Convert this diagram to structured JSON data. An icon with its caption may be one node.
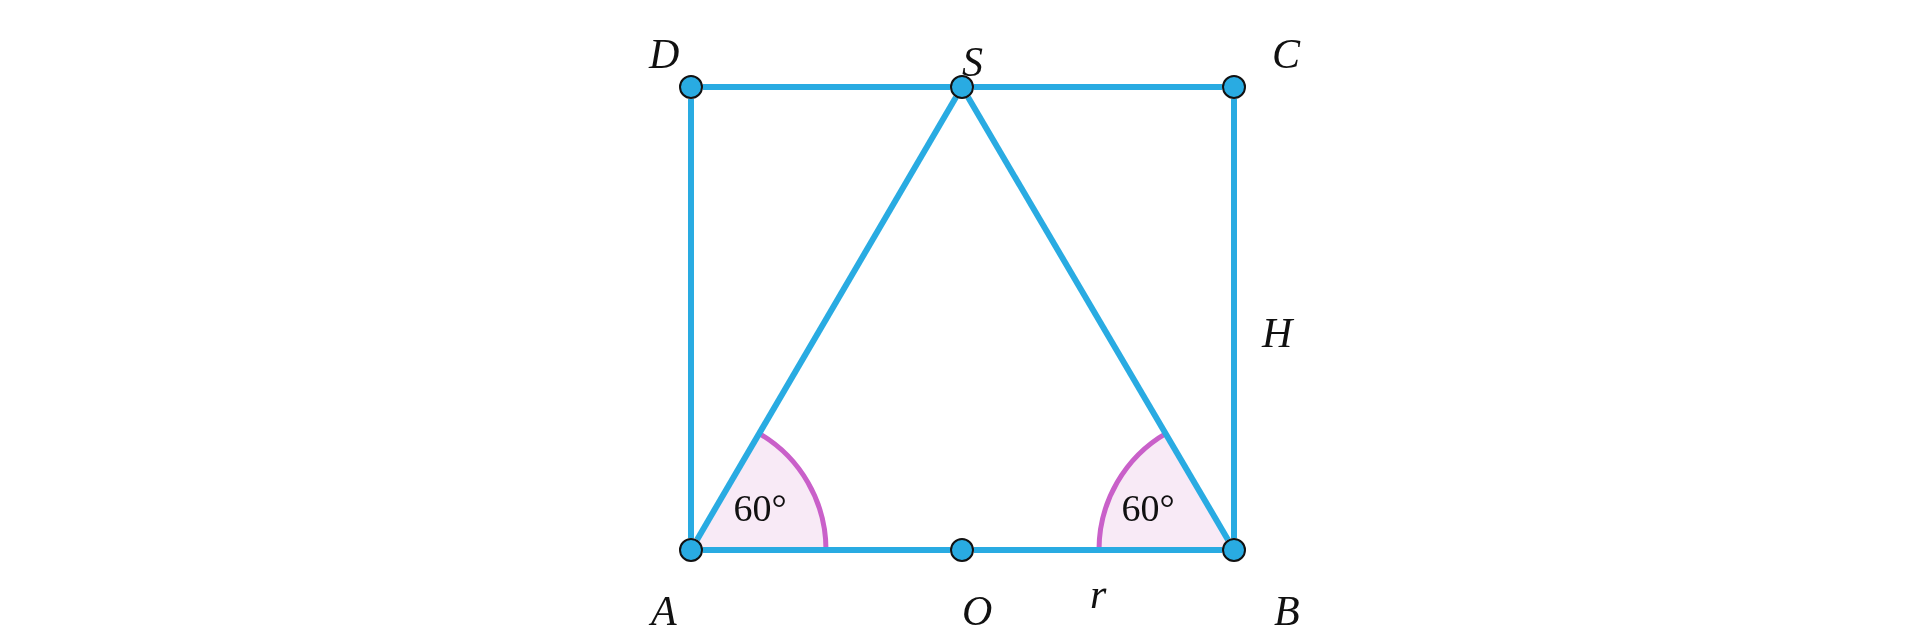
{
  "diagram": {
    "nodes": [
      {
        "text": [
          "D"
        ]
      },
      {
        "text": [
          "S"
        ]
      },
      {
        "text": [
          "C"
        ]
      },
      {
        "text": [
          "A"
        ]
      },
      {
        "text": [
          "O"
        ]
      },
      {
        "text": [
          "B"
        ]
      }
    ],
    "edges": [
      {
        "from": 0,
        "to": 1,
        "arrow": "none"
      },
      {
        "from": 1,
        "to": 2,
        "arrow": "none"
      },
      {
        "from": 0,
        "to": 3,
        "arrow": "none"
      },
      {
        "from": 2,
        "to": 5,
        "arrow": "none"
      },
      {
        "from": 3,
        "to": 4,
        "arrow": "none"
      },
      {
        "from": 4,
        "to": 5,
        "arrow": "none"
      },
      {
        "from": 3,
        "to": 1,
        "arrow": "none"
      },
      {
        "from": 1,
        "to": 5,
        "arrow": "none"
      }
    ],
    "labels": [
      "H",
      "60°",
      "60°",
      "r"
    ]
  }
}
